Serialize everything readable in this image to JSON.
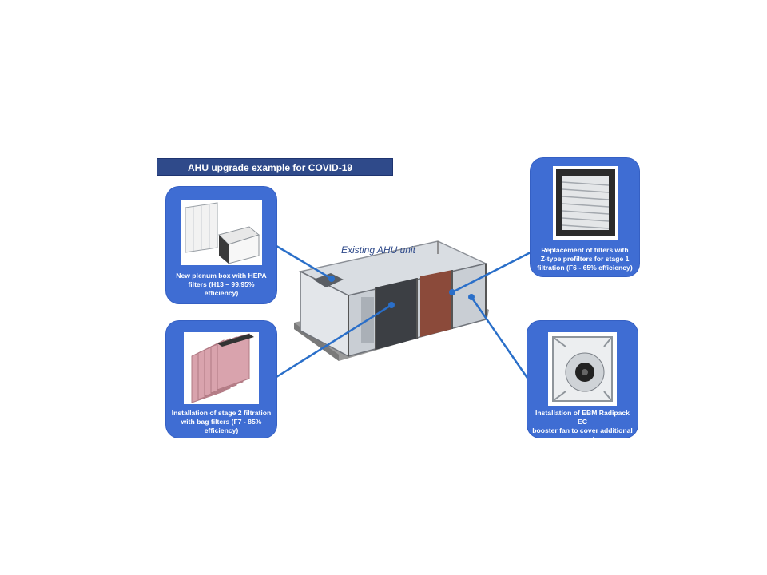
{
  "title": "AHU upgrade example for COVID-19 prevention",
  "ahu_label": "Existing AHU unit",
  "cards": {
    "hepa": {
      "caption_line1": "New plenum box with HEPA",
      "caption_line2": "filters (H13 – 99.95% efficiency)"
    },
    "bag": {
      "caption_line1": "Installation of stage 2 filtration",
      "caption_line2": "with bag filters (F7 - 85%",
      "caption_line3": "efficiency)"
    },
    "prefilter": {
      "caption_line1": "Replacement of filters with",
      "caption_line2": "Z-type prefilters for stage 1",
      "caption_line3": "filtration (F6 - 65% efficiency)"
    },
    "fan": {
      "caption_line1": "Installation of EBM Radipack EC",
      "caption_line2": "booster fan to cover additional",
      "caption_line3": "pressure drop"
    }
  },
  "colors": {
    "card": "#3f6dd3",
    "title_bar": "#2f4a8a",
    "connector": "#2a6fc9"
  }
}
